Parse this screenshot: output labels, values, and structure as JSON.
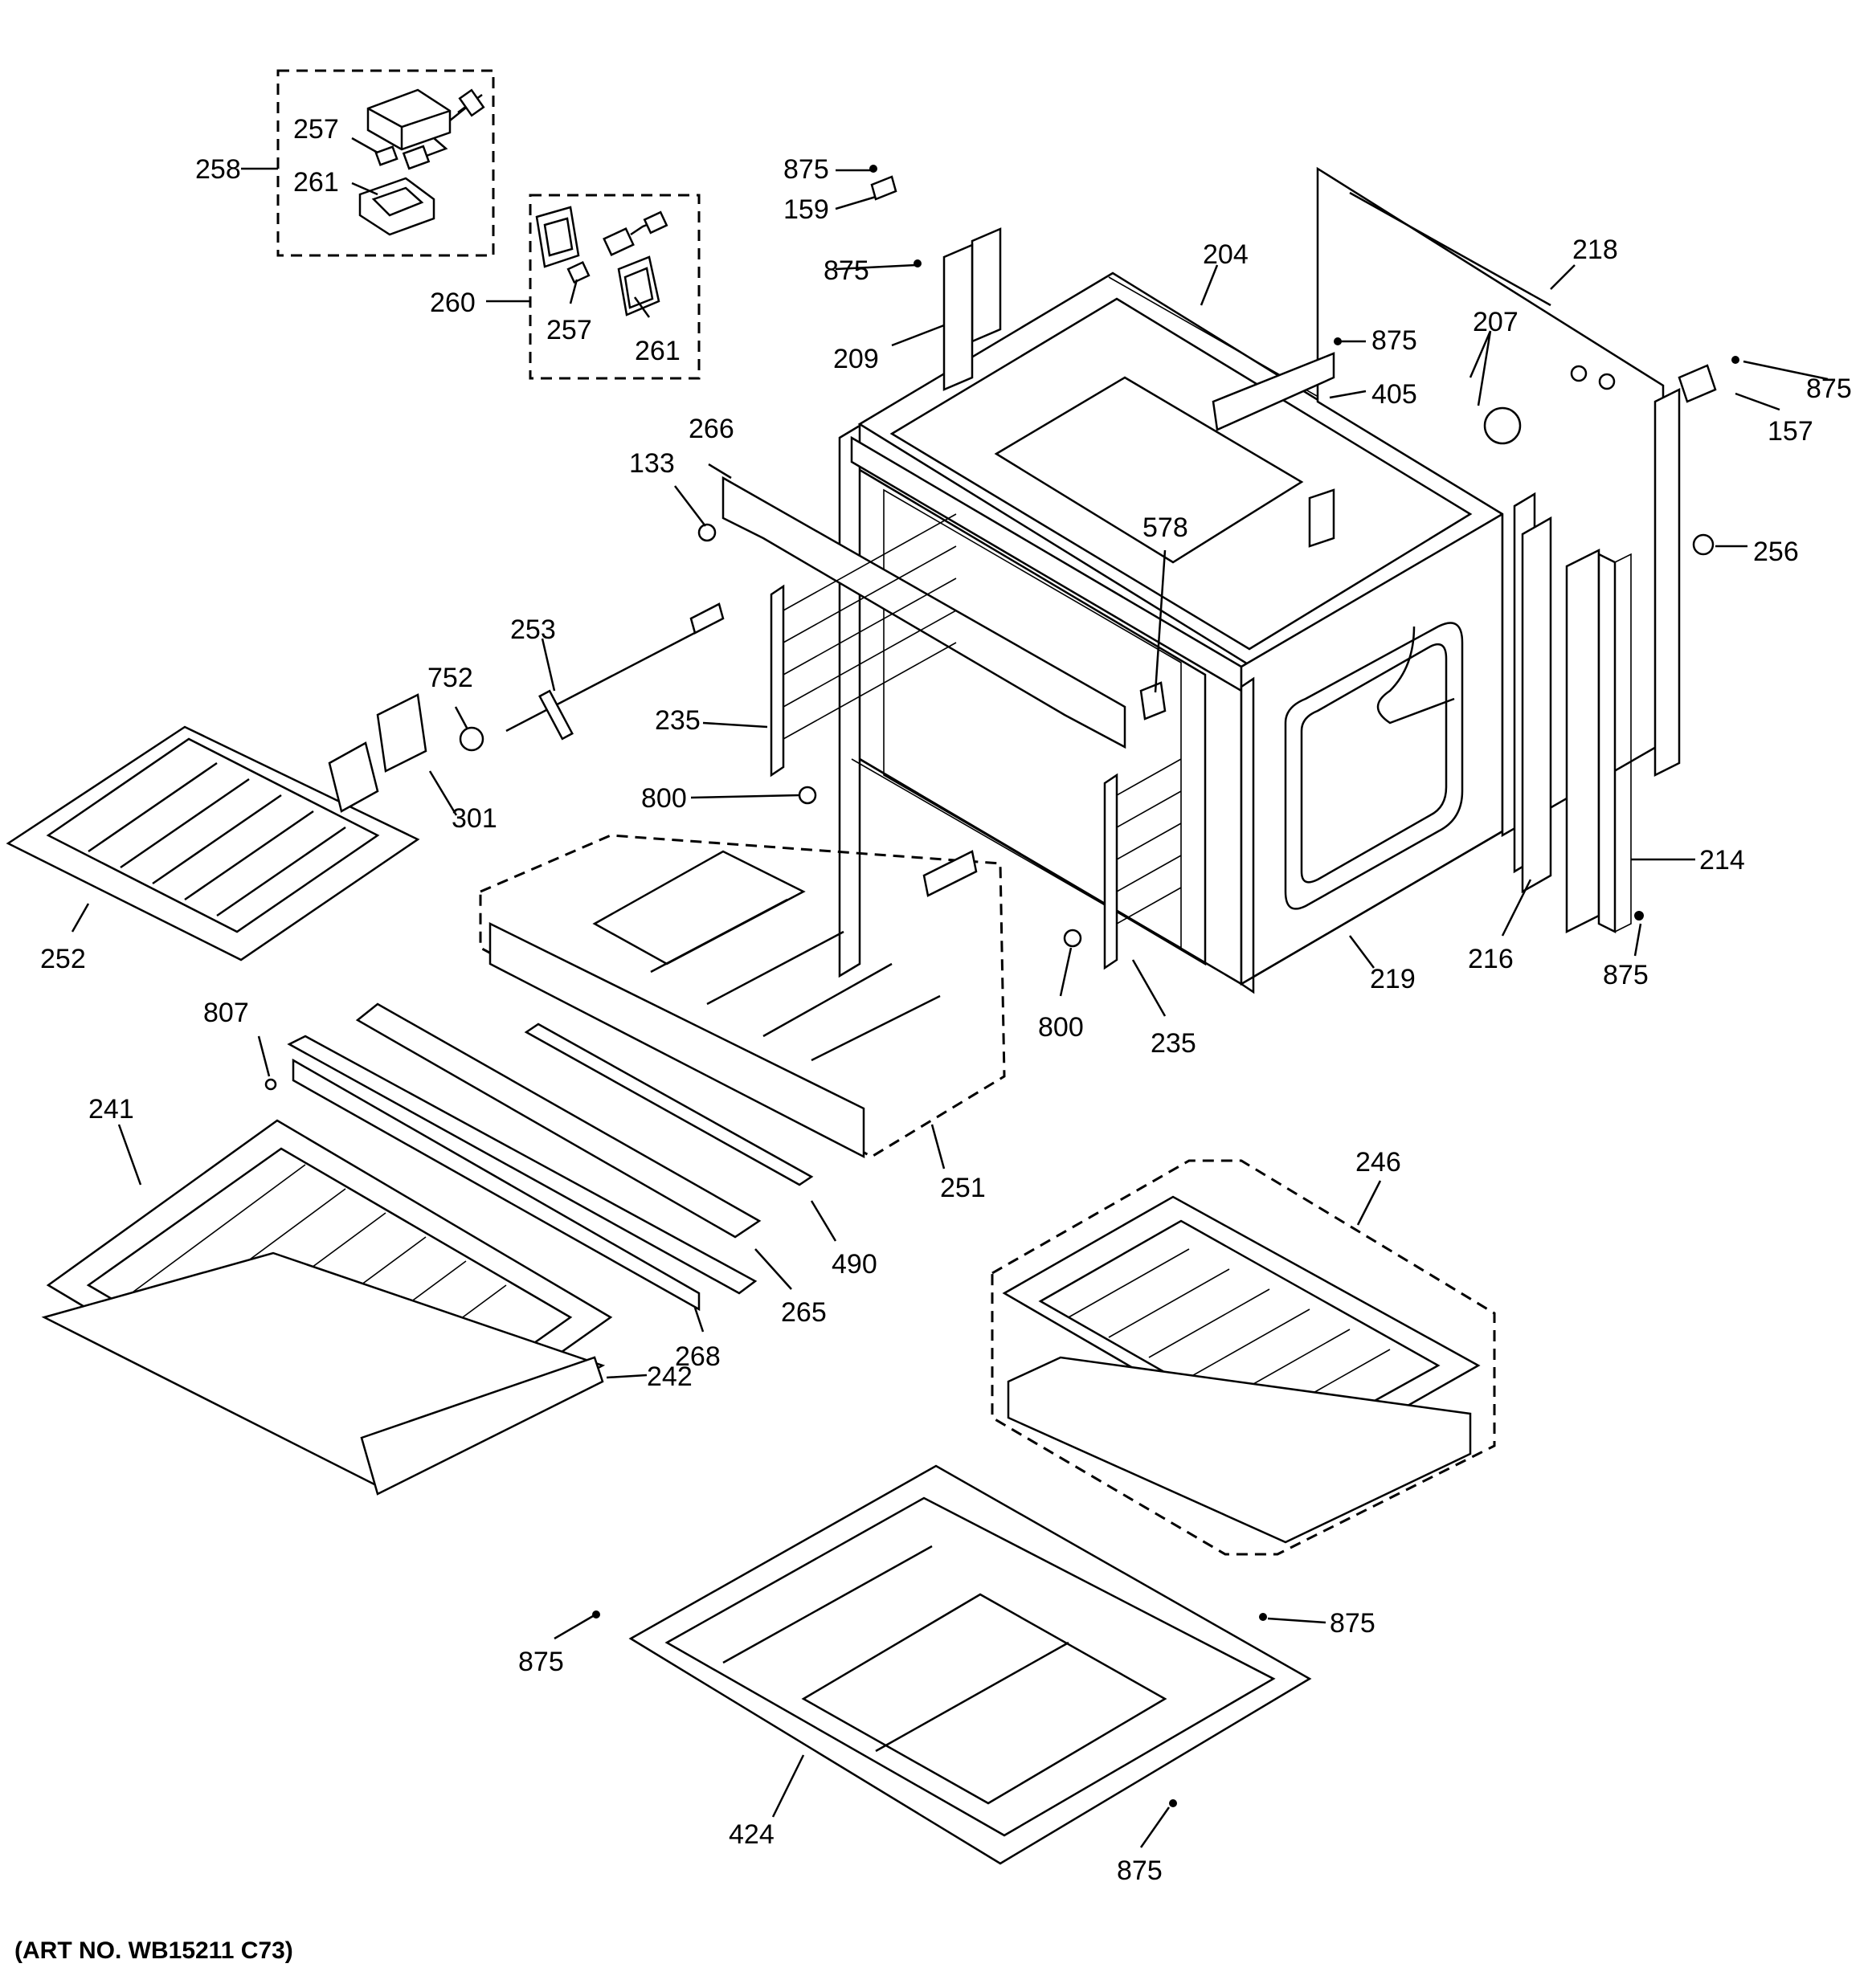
{
  "art_number": "(ART NO. WB15211 C73)",
  "labels": {
    "l257a": "257",
    "l258": "258",
    "l261a": "261",
    "l260": "260",
    "l257b": "257",
    "l261b": "261",
    "l875a": "875",
    "l159": "159",
    "l875b": "875",
    "l209": "209",
    "l204": "204",
    "l218": "218",
    "l207": "207",
    "l875c": "875",
    "l405": "405",
    "l875d": "875",
    "l157": "157",
    "l256": "256",
    "l266": "266",
    "l133": "133",
    "l578": "578",
    "l253": "253",
    "l752": "752",
    "l235a": "235",
    "l301": "301",
    "l800a": "800",
    "l252": "252",
    "l214": "214",
    "l216": "216",
    "l219": "219",
    "l875e": "875",
    "l800b": "800",
    "l235b": "235",
    "l807": "807",
    "l241": "241",
    "l251": "251",
    "l246": "246",
    "l490": "490",
    "l265": "265",
    "l268": "268",
    "l242": "242",
    "l875f": "875",
    "l875g": "875",
    "l424": "424",
    "l875h": "875"
  }
}
